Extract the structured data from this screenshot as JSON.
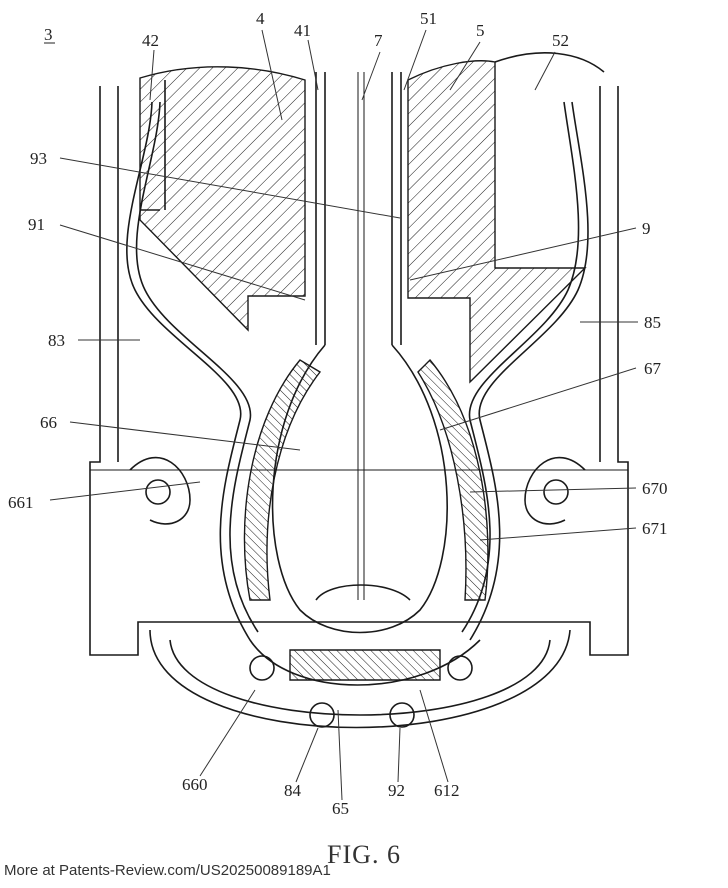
{
  "figure_number_label": "3",
  "caption": "FIG. 6",
  "footer_text": "More at Patents-Review.com/US20250089189A1",
  "labels": {
    "l42": "42",
    "l4": "4",
    "l41": "41",
    "l7": "7",
    "l51": "51",
    "l5": "5",
    "l52": "52",
    "l93": "93",
    "l9": "9",
    "l91": "91",
    "l83": "83",
    "l85": "85",
    "l67": "67",
    "l66": "66",
    "l670": "670",
    "l661": "661",
    "l671": "671",
    "l660": "660",
    "l84": "84",
    "l65": "65",
    "l92": "92",
    "l612": "612"
  }
}
